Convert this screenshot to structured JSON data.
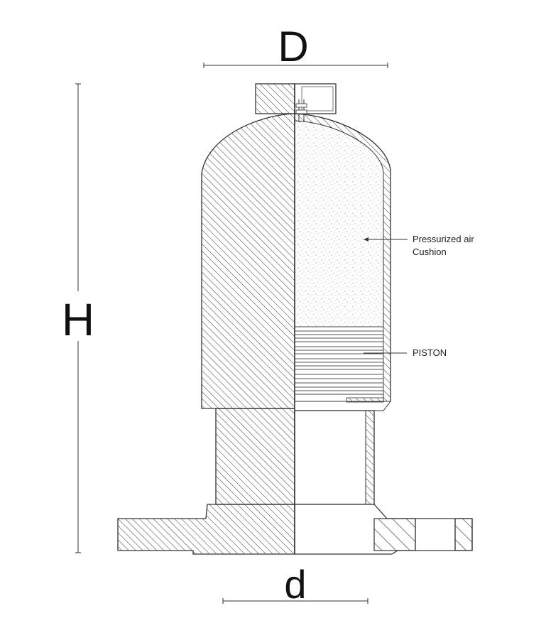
{
  "dimensions": {
    "top_diameter": "D",
    "height": "H",
    "bottom_diameter": "d"
  },
  "callouts": {
    "air_line1": "Pressurized air",
    "air_line2": "Cushion",
    "piston": "PISTON"
  },
  "colors": {
    "line": "#333333",
    "hatch": "#555555",
    "stipple": "#9a9a9a"
  }
}
